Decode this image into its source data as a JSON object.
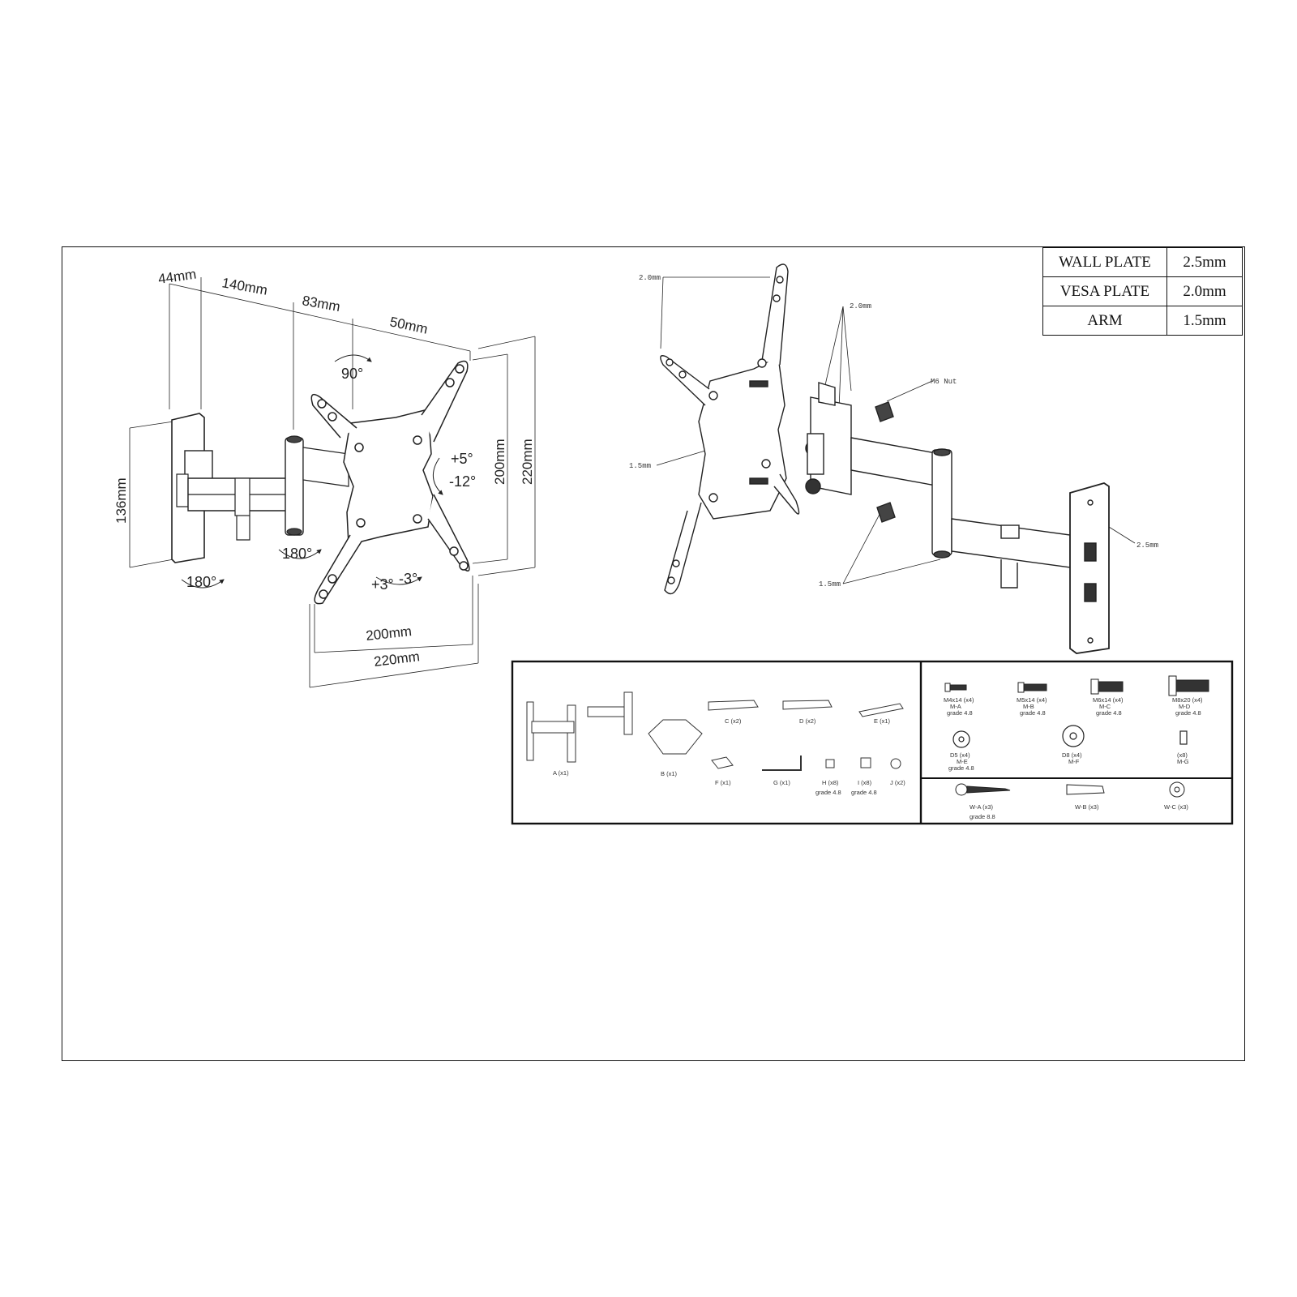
{
  "thickness_table": [
    {
      "part": "WALL PLATE",
      "value": "2.5mm"
    },
    {
      "part": "VESA PLATE",
      "value": "2.0mm"
    },
    {
      "part": "ARM",
      "value": "1.5mm"
    }
  ],
  "dimension_view": {
    "d44": "44mm",
    "d140": "140mm",
    "d83": "83mm",
    "d50": "50mm",
    "d136": "136mm",
    "v200": "200mm",
    "v220": "220mm",
    "h200": "200mm",
    "h220": "220mm",
    "rot90": "90°",
    "tilt_up": "+5°",
    "tilt_down": "-12°",
    "swivel_a": "180°",
    "swivel_b": "180°",
    "level_plus": "+3°",
    "level_minus": "-3°"
  },
  "exploded_view": {
    "c1": "2.0mm",
    "c2": "2.0mm",
    "c3": "1.5mm",
    "c4": "1.5mm",
    "c5": "2.5mm",
    "nut": "M6 Nut"
  },
  "parts": {
    "A": "A (x1)",
    "B": "B (x1)",
    "C": "C (x2)",
    "D": "D (x2)",
    "E": "E (x1)",
    "F": "F (x1)",
    "G": "G (x1)",
    "H": "H (x8)",
    "H_grade": "grade 4.8",
    "I": "I (x8)",
    "I_grade": "grade 4.8",
    "J": "J (x2)"
  },
  "screws": [
    {
      "qty": "M4x14 (x4)",
      "code": "M-A",
      "grade": "grade 4.8"
    },
    {
      "qty": "M5x14 (x4)",
      "code": "M-B",
      "grade": "grade 4.8"
    },
    {
      "qty": "M6x14 (x4)",
      "code": "M-C",
      "grade": "grade 4.8"
    },
    {
      "qty": "M8x20 (x4)",
      "code": "M-D",
      "grade": "grade 4.8"
    }
  ],
  "washers": [
    {
      "qty": "D5 (x4)",
      "code": "M-E",
      "grade": "grade 4.8"
    },
    {
      "qty": "D8 (x4)",
      "code": "M-F"
    },
    {
      "qty": "(x8)",
      "code": "M-G"
    }
  ],
  "wall_hw": [
    {
      "qty": "W-A (x3)",
      "grade": "grade 8.8"
    },
    {
      "qty": "W-B (x3)"
    },
    {
      "qty": "W-C (x3)"
    }
  ]
}
